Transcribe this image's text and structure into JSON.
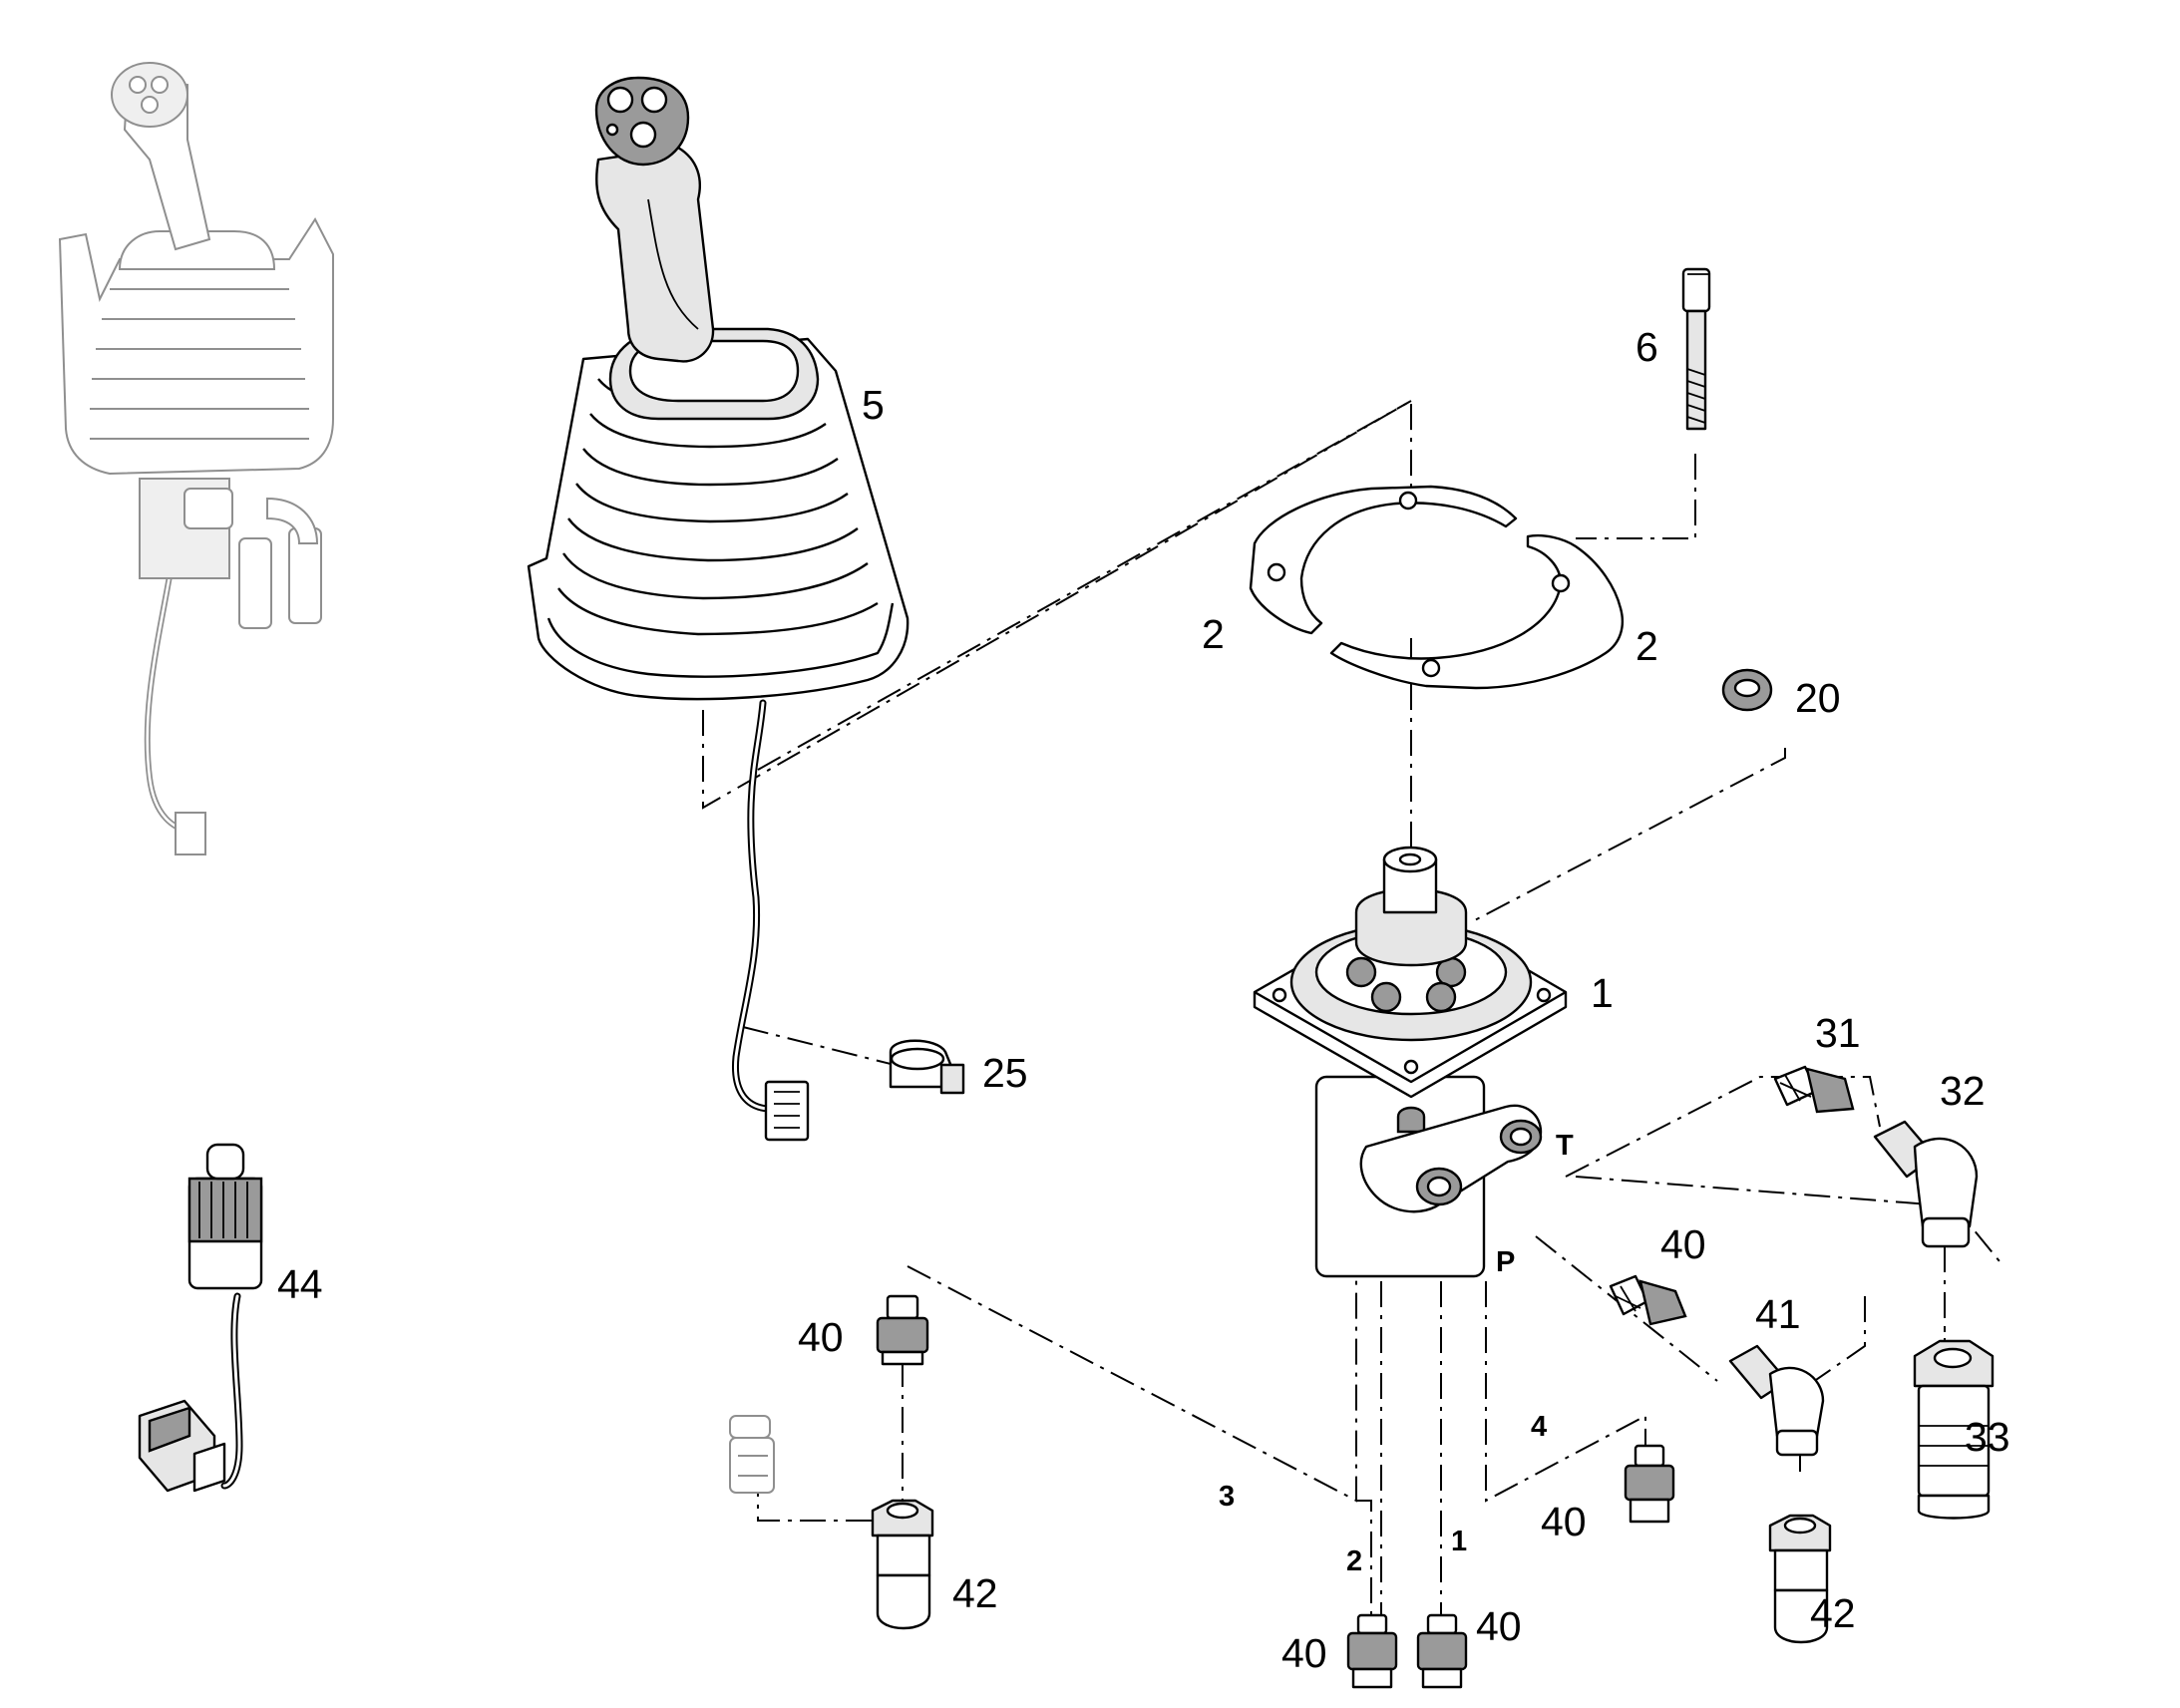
{
  "callouts": {
    "c1": "1",
    "c2a": "2",
    "c2b": "2",
    "c5": "5",
    "c6": "6",
    "c20": "20",
    "c25": "25",
    "c31": "31",
    "c32": "32",
    "c33": "33",
    "c40a": "40",
    "c40b": "40",
    "c40c": "40",
    "c40d": "40",
    "c40e": "40",
    "c41": "41",
    "c42a": "42",
    "c42b": "42",
    "c44": "44"
  },
  "ports": {
    "T": "T",
    "P": "P",
    "p1": "1",
    "p2": "2",
    "p3": "3",
    "p4": "4"
  }
}
